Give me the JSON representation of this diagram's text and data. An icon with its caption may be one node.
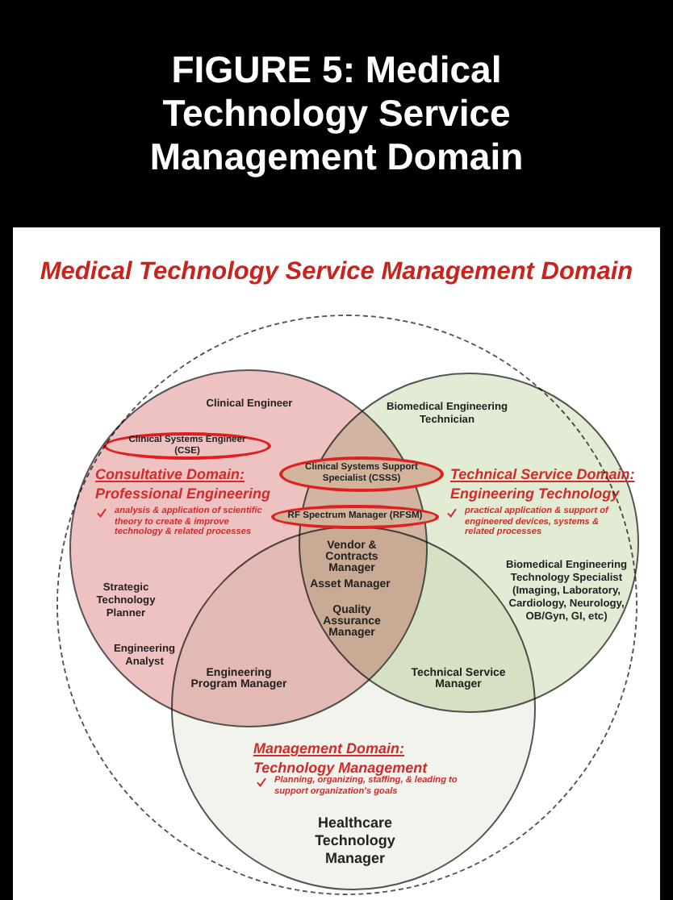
{
  "diagram": {
    "title": "FIGURE 5: Medical Technology Service Management Domain",
    "nodes": [
      {
        "text": [],
        "shape": "circle"
      },
      {
        "text": [
          "Clinical Engineer",
          "Consultative Domain:",
          "Professional Engineering",
          "analysis & application of scientific theory to create & improve technology & related processes",
          "Strategic Technology Planner",
          "Engineering Analyst"
        ],
        "in": 0
      },
      {
        "text": [
          "Clinical Systems Engineer (CSE)"
        ],
        "in": 1
      },
      {
        "text": [
          "Biomedical Engineering Technician",
          "Technical Service Domain:",
          "Engineering Technology",
          "practical application & support of engineered devices, systems & related processes",
          "Biomedical Engineering Technology Specialist (Imaging, Laboratory, Cardiology, Neurology, OB/Gyn, GI, etc)"
        ],
        "in": 0
      },
      {
        "text": [
          "Clinical Systems Support Specialist (CSSS)"
        ],
        "in": 0
      },
      {
        "text": [
          "RF Spectrum Manager (RFSM)"
        ],
        "in": 0
      },
      {
        "text": [
          "Management Domain:",
          "Technology Management",
          "Planning, organizing, staffing, & leading to support organization's goals",
          "Healthcare Technology Manager"
        ],
        "in": 0
      }
    ],
    "labels": [
      "Medical Technology Service Management Domain",
      "Vendor & Contracts Manager",
      "Asset Manager",
      "Quality Assurance Manager",
      "Engineering Program Manager",
      "Technical Service Manager"
    ]
  }
}
